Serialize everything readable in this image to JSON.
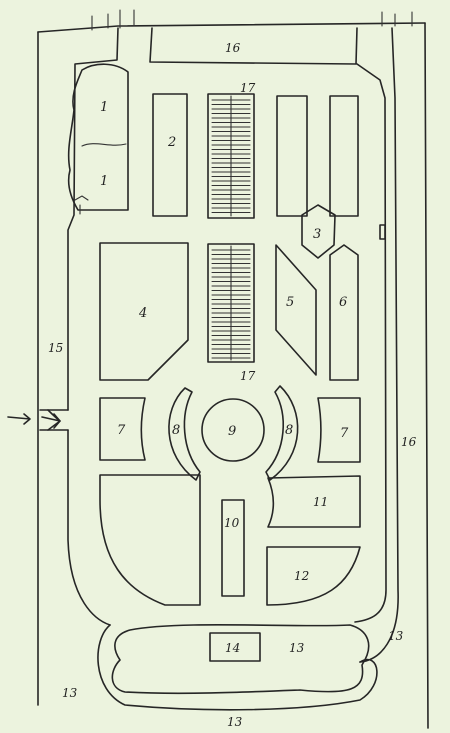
{
  "plan": {
    "labels": {
      "l1a": "1",
      "l1b": "1",
      "l2": "2",
      "l3": "3",
      "l4": "4",
      "l5": "5",
      "l6": "6",
      "l7a": "7",
      "l7b": "7",
      "l8a": "8",
      "l8b": "8",
      "l9": "9",
      "l10": "10",
      "l11": "11",
      "l12": "12",
      "l13a": "13",
      "l13b": "13",
      "l13c": "13",
      "l13d": "13",
      "l14": "14",
      "l15": "15",
      "l16a": "16",
      "l16b": "16",
      "l17a": "17",
      "l17b": "17"
    }
  }
}
